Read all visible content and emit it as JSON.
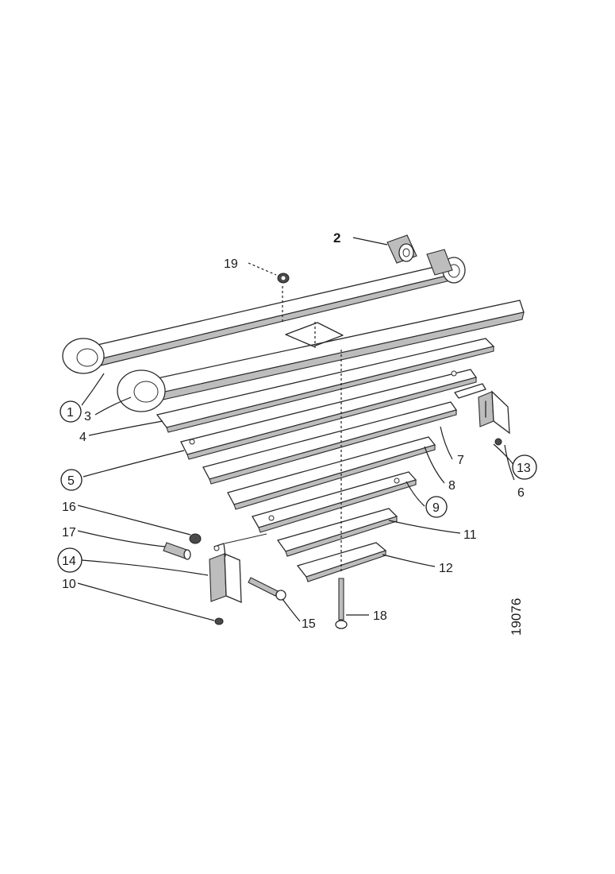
{
  "diagram": {
    "reference_number": "19076",
    "labels": {
      "p1": "1",
      "p2": "2",
      "p3": "3",
      "p4": "4",
      "p5": "5",
      "p6": "6",
      "p7": "7",
      "p8": "8",
      "p9": "9",
      "p10": "10",
      "p11": "11",
      "p12": "12",
      "p13": "13",
      "p14": "14",
      "p15": "15",
      "p16": "16",
      "p17": "17",
      "p18": "18",
      "p19": "19"
    }
  }
}
